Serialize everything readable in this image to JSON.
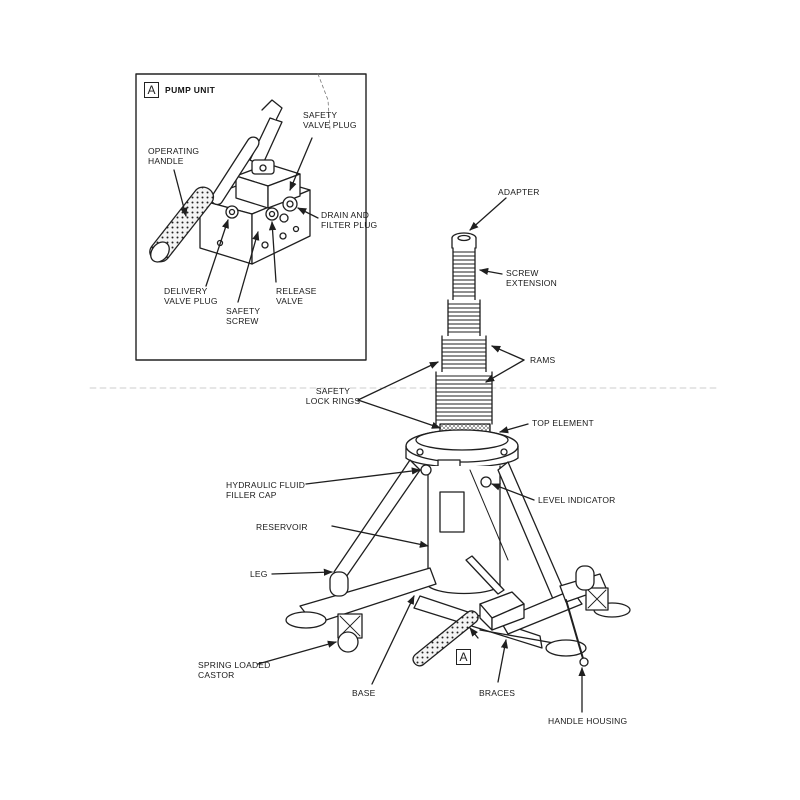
{
  "inset": {
    "letter": "A",
    "title": "PUMP UNIT",
    "labels": {
      "safety_valve_plug_1": "SAFETY",
      "safety_valve_plug_2": "VALVE PLUG",
      "operating_handle_1": "OPERATING",
      "operating_handle_2": "HANDLE",
      "drain_filter_plug_1": "DRAIN AND",
      "drain_filter_plug_2": "FILTER PLUG",
      "delivery_valve_plug_1": "DELIVERY",
      "delivery_valve_plug_2": "VALVE PLUG",
      "release_valve_1": "RELEASE",
      "release_valve_2": "VALVE",
      "safety_screw_1": "SAFETY",
      "safety_screw_2": "SCREW"
    }
  },
  "main": {
    "callout_letter": "A",
    "labels": {
      "adapter": "ADAPTER",
      "screw_extension_1": "SCREW",
      "screw_extension_2": "EXTENSION",
      "rams": "RAMS",
      "safety_lock_rings_1": "SAFETY",
      "safety_lock_rings_2": "LOCK RINGS",
      "top_element": "TOP ELEMENT",
      "hydraulic_fluid_1": "HYDRAULIC FLUID",
      "hydraulic_fluid_2": "FILLER CAP",
      "level_indicator": "LEVEL INDICATOR",
      "reservoir": "RESERVOIR",
      "leg": "LEG",
      "spring_castor_1": "SPRING LOADED",
      "spring_castor_2": "CASTOR",
      "base": "BASE",
      "braces": "BRACES",
      "handle_housing": "HANDLE HOUSING"
    }
  }
}
